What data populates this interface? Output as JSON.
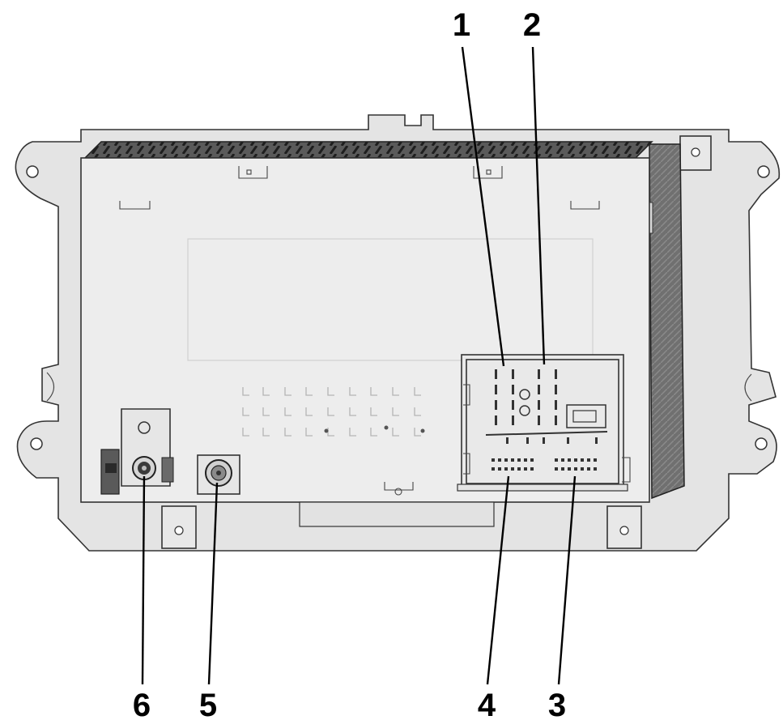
{
  "callouts": [
    {
      "id": "1",
      "label": "1"
    },
    {
      "id": "2",
      "label": "2"
    },
    {
      "id": "3",
      "label": "3"
    },
    {
      "id": "4",
      "label": "4"
    },
    {
      "id": "5",
      "label": "5"
    },
    {
      "id": "6",
      "label": "6"
    }
  ],
  "colors": {
    "frame": "#e3e3e3",
    "body": "#ececec",
    "dark_edge": "#3a3a3a",
    "side_panel": "#6d6d6d",
    "line": "#000000"
  }
}
